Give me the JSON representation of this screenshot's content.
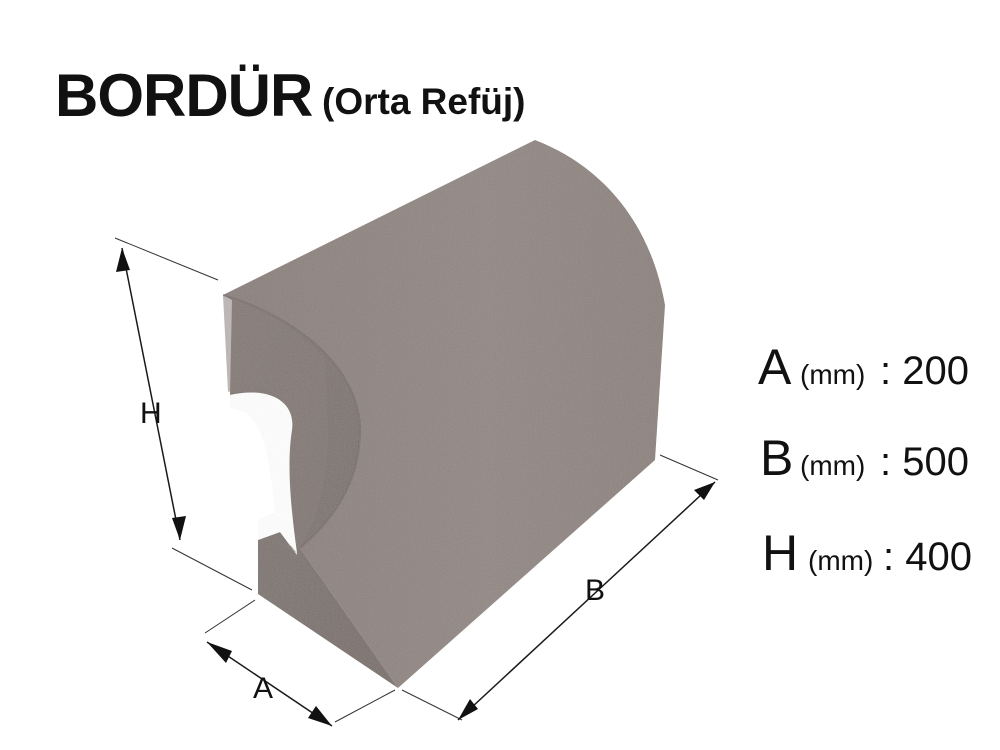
{
  "title": {
    "main": "BORDÜR",
    "sub": "(Orta Refüj)"
  },
  "dimension_labels": {
    "h": "H",
    "a": "A",
    "b": "B"
  },
  "specs": [
    {
      "letter": "A",
      "unit": "(mm)",
      "value": ": 200"
    },
    {
      "letter": "B",
      "unit": "(mm)",
      "value": ": 500"
    },
    {
      "letter": "H",
      "unit": "(mm)",
      "value": ": 400"
    }
  ],
  "colors": {
    "concrete_front": "#8c817c",
    "concrete_top": "#8f8480",
    "concrete_side": "#7e7470",
    "concrete_shadow": "#6f6561",
    "text": "#111111"
  }
}
